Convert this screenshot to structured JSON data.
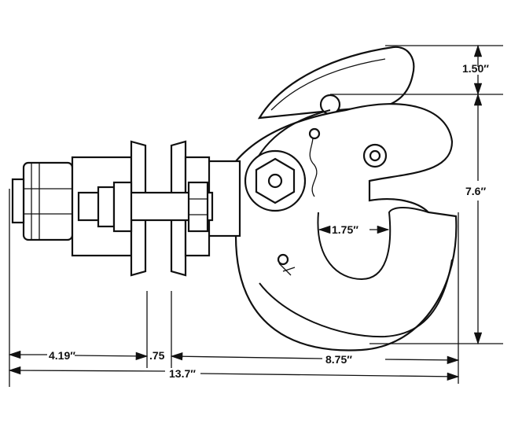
{
  "dimensions": {
    "latch_height": "1.50″",
    "overall_height": "7.6″",
    "jaw_opening": "1.75″",
    "mount_length": "4.19″",
    "flange_gap": ".75",
    "hook_length": "8.75″",
    "overall_length": "13.7″"
  }
}
